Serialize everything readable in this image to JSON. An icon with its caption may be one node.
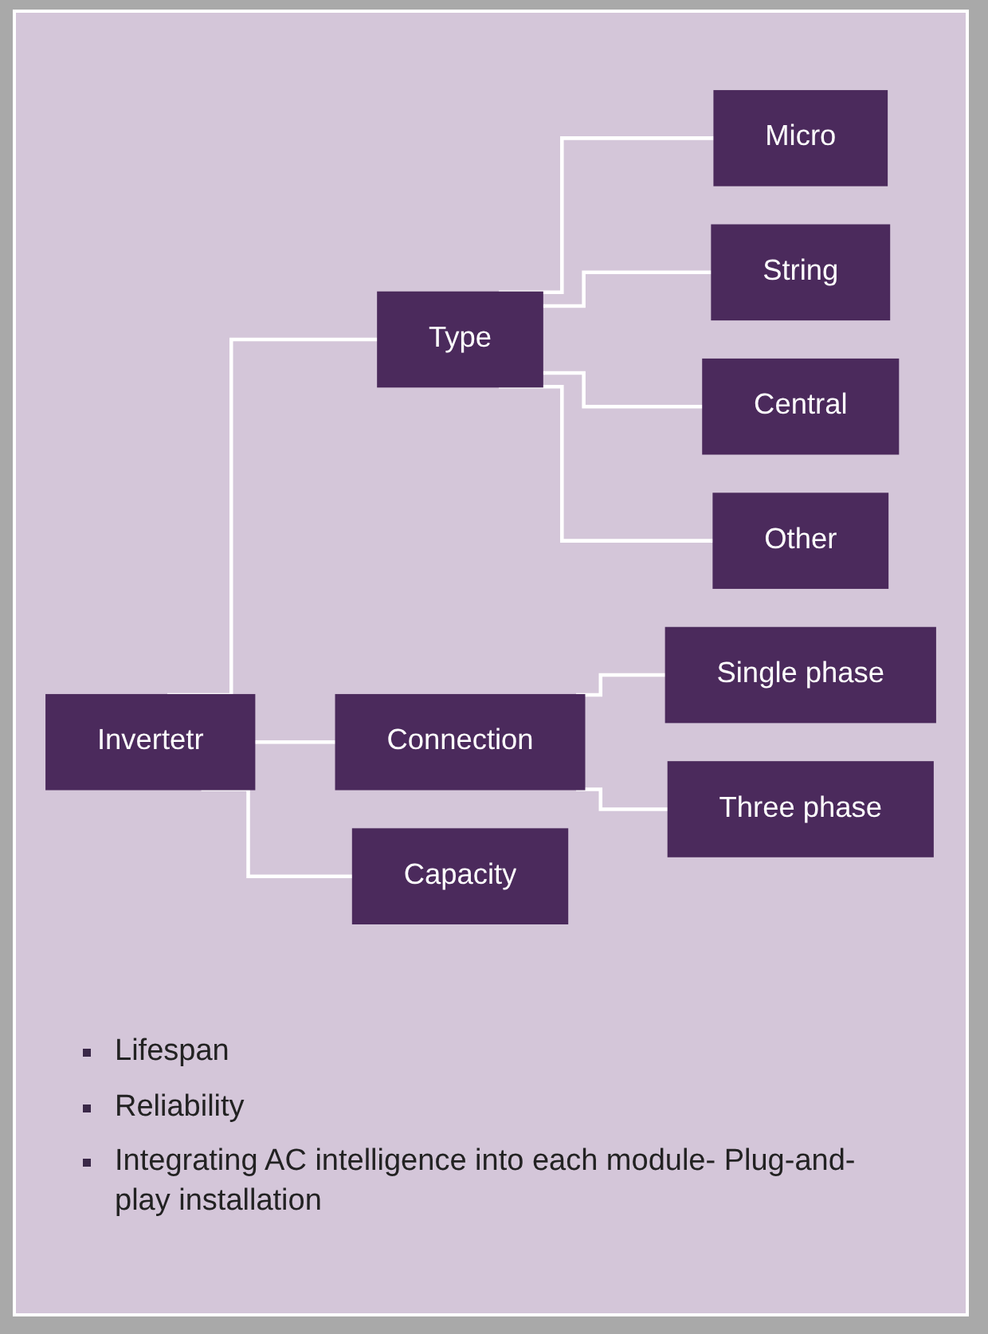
{
  "diagram": {
    "nodes": [
      {
        "text": [
          "Invertetr"
        ]
      },
      {
        "text": [
          "Type"
        ]
      },
      {
        "text": [
          "Connection"
        ]
      },
      {
        "text": [
          "Capacity"
        ]
      },
      {
        "text": [
          "Micro"
        ]
      },
      {
        "text": [
          "String"
        ]
      },
      {
        "text": [
          "Central"
        ]
      },
      {
        "text": [
          "Other"
        ]
      },
      {
        "text": [
          "Single phase"
        ]
      },
      {
        "text": [
          "Three phase"
        ]
      }
    ],
    "edges": [
      {
        "from": 0,
        "to": 1,
        "arrow": "none"
      },
      {
        "from": 0,
        "to": 2,
        "arrow": "none"
      },
      {
        "from": 0,
        "to": 3,
        "arrow": "none"
      },
      {
        "from": 1,
        "to": 4,
        "arrow": "none"
      },
      {
        "from": 1,
        "to": 5,
        "arrow": "none"
      },
      {
        "from": 1,
        "to": 6,
        "arrow": "none"
      },
      {
        "from": 1,
        "to": 7,
        "arrow": "none"
      },
      {
        "from": 2,
        "to": 8,
        "arrow": "none"
      },
      {
        "from": 2,
        "to": 9,
        "arrow": "none"
      }
    ],
    "labels": [
      "Lifespan",
      "Reliability",
      "Integrating AC intelligence into each module- Plug-and-play installation"
    ]
  }
}
